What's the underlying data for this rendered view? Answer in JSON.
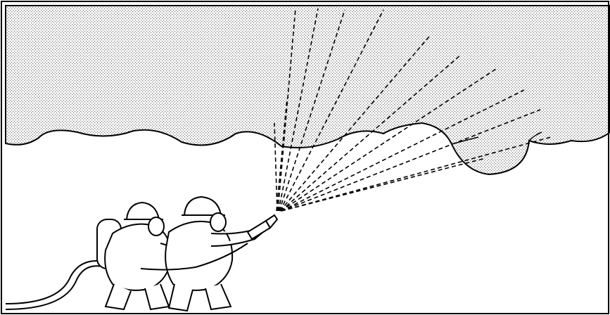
{
  "scene": {
    "subjects": [
      "firefighter",
      "firefighter"
    ],
    "equipment": [
      "hose",
      "nozzle",
      "breathing-apparatus",
      "helmet"
    ],
    "colors": {
      "line": "#000000",
      "background": "#ffffff",
      "smoke_dots": "#8a8a8a"
    }
  }
}
